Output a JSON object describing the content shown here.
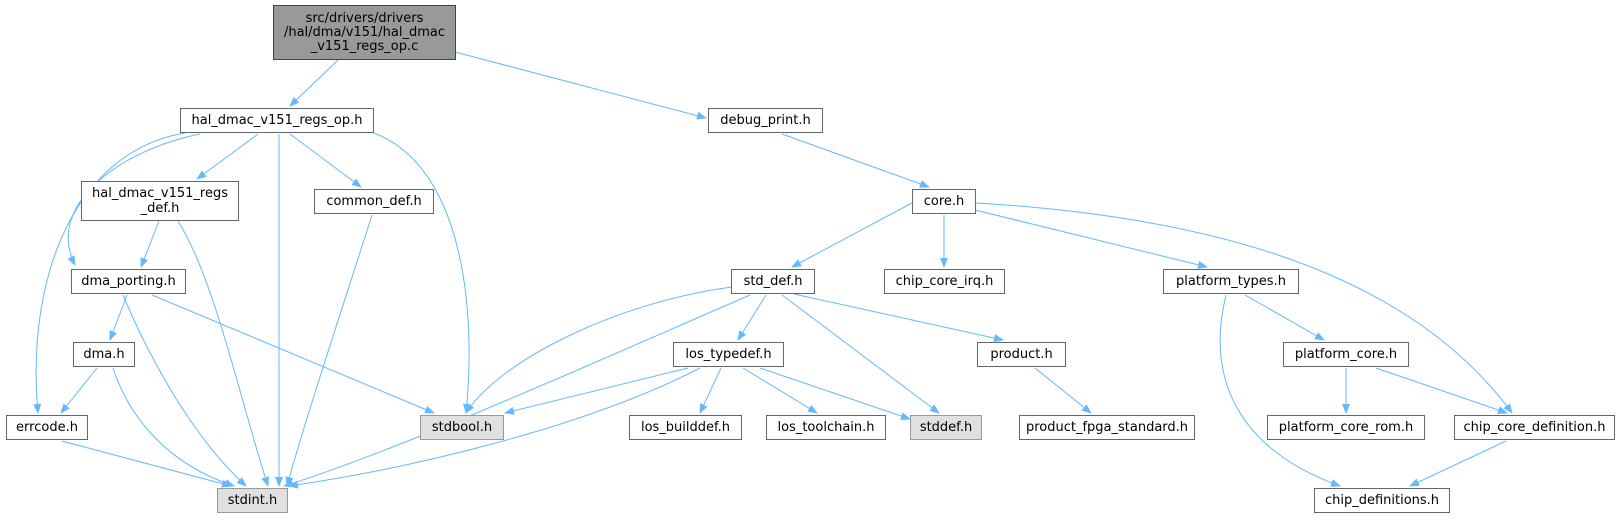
{
  "colors": {
    "edge": "#63b8ff",
    "node_border": "#666666",
    "root_fill": "#999999",
    "system_fill": "#e0e0e0"
  },
  "nodes": {
    "root": "src/drivers/drivers\n/hal/dma/v151/hal_dmac\n_v151_regs_op.c",
    "hal_dmac_v151_regs_op_h": "hal_dmac_v151_regs_op.h",
    "debug_print_h": "debug_print.h",
    "core_h": "core.h",
    "hal_dmac_v151_regs_def_h": "hal_dmac_v151_regs\n_def.h",
    "common_def_h": "common_def.h",
    "std_def_h": "std_def.h",
    "chip_core_irq_h": "chip_core_irq.h",
    "platform_types_h": "platform_types.h",
    "dma_porting_h": "dma_porting.h",
    "dma_h": "dma.h",
    "los_typedef_h": "los_typedef.h",
    "product_h": "product.h",
    "platform_core_h": "platform_core.h",
    "errcode_h": "errcode.h",
    "stdbool_h": "stdbool.h",
    "los_builddef_h": "los_builddef.h",
    "los_toolchain_h": "los_toolchain.h",
    "stddef_h": "stddef.h",
    "product_fpga_standard_h": "product_fpga_standard.h",
    "platform_core_rom_h": "platform_core_rom.h",
    "chip_core_definition_h": "chip_core_definition.h",
    "stdint_h": "stdint.h",
    "chip_definitions_h": "chip_definitions.h"
  }
}
